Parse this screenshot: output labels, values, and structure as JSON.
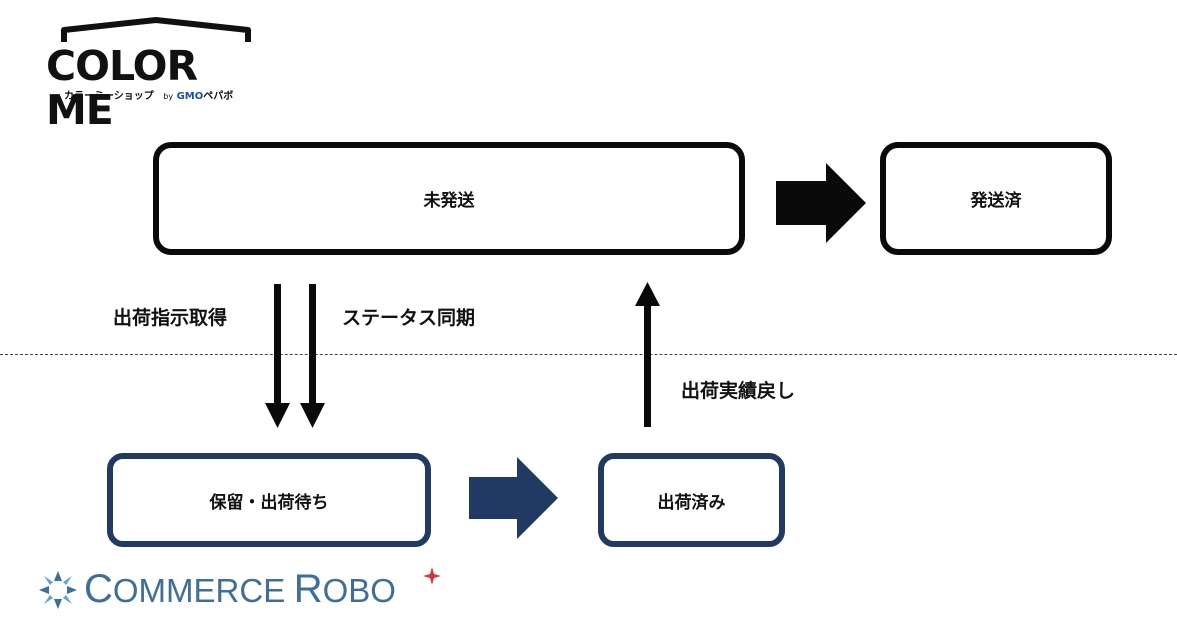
{
  "logo_top": {
    "wordmark": "COLOR ME",
    "subtitle": "カラーミーショップ",
    "by": "by",
    "brand": "GMO",
    "brand_suffix": "ペパボ"
  },
  "logo_bottom": {
    "wordmark_first": "C",
    "wordmark_first_rest": "OMMERCE",
    "wordmark_second": "R",
    "wordmark_second_rest": "OBO"
  },
  "nodes": {
    "unshipped": "未発送",
    "shipped": "発送済",
    "on_hold": "保留・出荷待ち",
    "dispatched": "出荷済み"
  },
  "edges": {
    "fetch_orders": "出荷指示取得",
    "status_sync": "ステータス同期",
    "return_results": "出荷実績戻し"
  },
  "colors": {
    "black": "#0a0a0a",
    "navy": "#213a63",
    "robo_blue": "#3d6e9c",
    "robo_light": "#5fa3d6",
    "star_red": "#d9323a"
  }
}
